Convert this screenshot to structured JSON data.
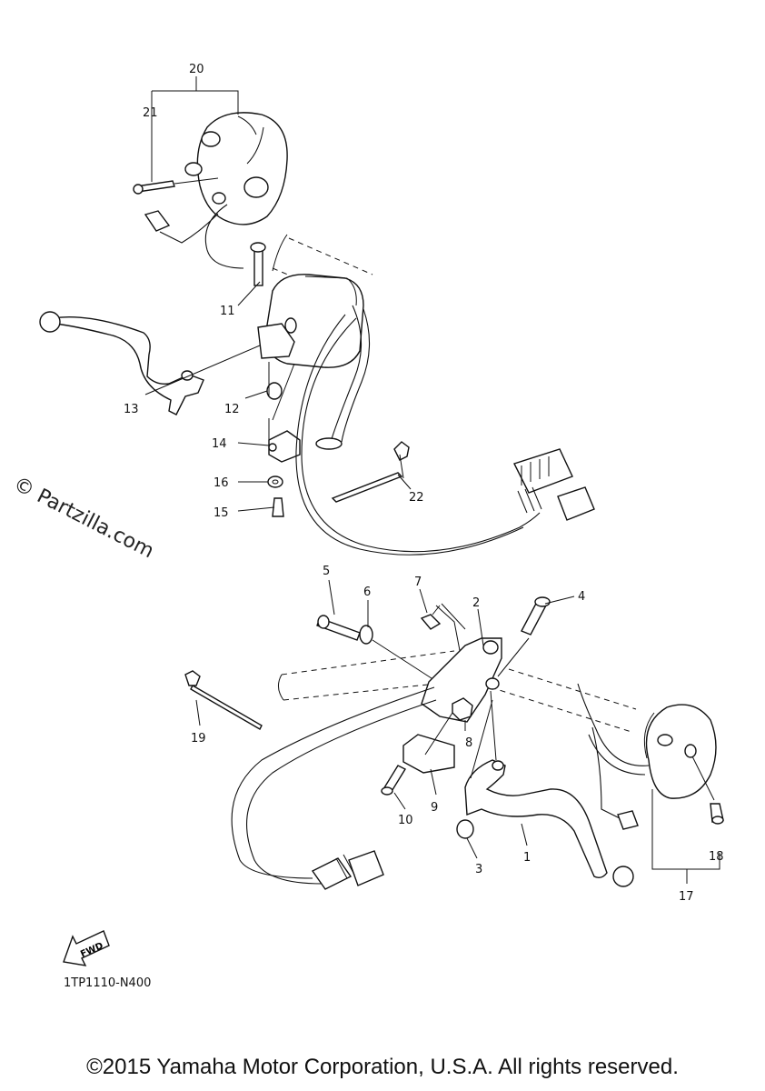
{
  "diagram": {
    "watermark": "© Partzilla.com",
    "catalog_code": "1TP1110-N400",
    "fwd_label": "FWD",
    "copyright": "©2015 Yamaha Motor Corporation, U.S.A. All rights reserved.",
    "callouts": [
      {
        "id": "1",
        "text": "1"
      },
      {
        "id": "2",
        "text": "2"
      },
      {
        "id": "3",
        "text": "3"
      },
      {
        "id": "4",
        "text": "4"
      },
      {
        "id": "5",
        "text": "5"
      },
      {
        "id": "6",
        "text": "6"
      },
      {
        "id": "7",
        "text": "7"
      },
      {
        "id": "8",
        "text": "8"
      },
      {
        "id": "9",
        "text": "9"
      },
      {
        "id": "10",
        "text": "10"
      },
      {
        "id": "11",
        "text": "11"
      },
      {
        "id": "12",
        "text": "12"
      },
      {
        "id": "13",
        "text": "13"
      },
      {
        "id": "14",
        "text": "14"
      },
      {
        "id": "15",
        "text": "15"
      },
      {
        "id": "16",
        "text": "16"
      },
      {
        "id": "17",
        "text": "17"
      },
      {
        "id": "18",
        "text": "18"
      },
      {
        "id": "19",
        "text": "19"
      },
      {
        "id": "20",
        "text": "20"
      },
      {
        "id": "21",
        "text": "21"
      },
      {
        "id": "22",
        "text": "22"
      }
    ]
  }
}
